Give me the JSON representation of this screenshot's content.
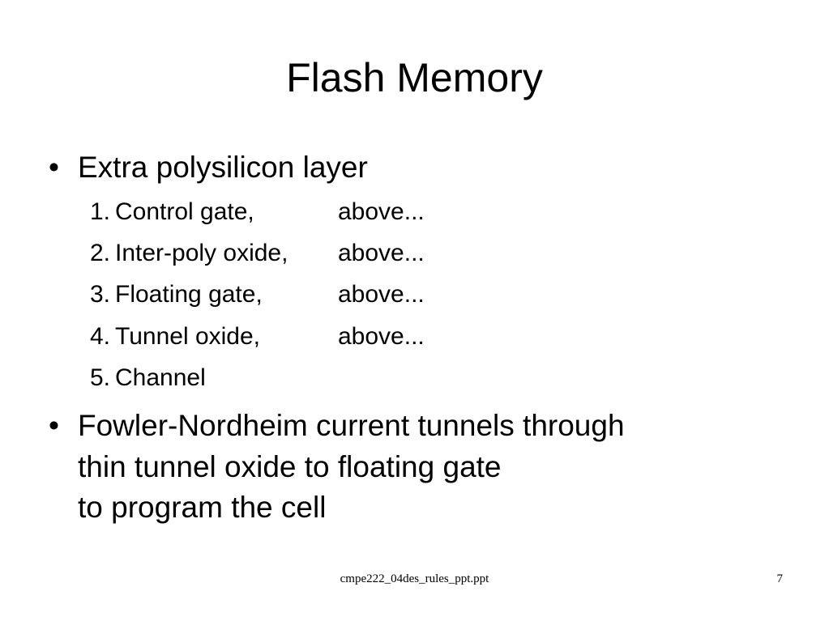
{
  "slide": {
    "title": "Flash Memory",
    "bullet_glyph": "•",
    "bullet1": {
      "text": "Extra polysilicon layer",
      "items": [
        {
          "num": "1.",
          "label": "Control gate,",
          "position": "above..."
        },
        {
          "num": "2.",
          "label": "Inter-poly oxide,",
          "position": "above..."
        },
        {
          "num": "3.",
          "label": "Floating gate,",
          "position": "above..."
        },
        {
          "num": "4.",
          "label": "Tunnel oxide,",
          "position": "above..."
        },
        {
          "num": "5.",
          "label": "Channel",
          "position": ""
        }
      ]
    },
    "bullet2": {
      "lines": [
        "Fowler-Nordheim current tunnels through",
        "thin tunnel oxide to floating gate",
        "to program the cell"
      ]
    },
    "footer": {
      "filename": "cmpe222_04des_rules_ppt.ppt",
      "page_number": "7"
    }
  }
}
